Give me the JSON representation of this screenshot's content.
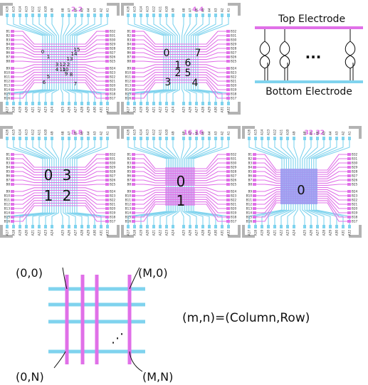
{
  "colors": {
    "pink": "#e070e8",
    "blue": "#7fd3ee",
    "gray": "#b3b3b3",
    "dark": "#111111",
    "chip_fill": "#9a9af0"
  },
  "panels": [
    {
      "id": "2x2",
      "tag": "2.2",
      "cells": [
        {
          "label": "0"
        },
        {
          "label": "1"
        },
        {
          "label": "2"
        },
        {
          "label": "3"
        },
        {
          "label": "4"
        },
        {
          "label": "5"
        },
        {
          "label": "6"
        },
        {
          "label": "7"
        },
        {
          "label": "8"
        },
        {
          "label": "9"
        },
        {
          "label": "10"
        },
        {
          "label": "11"
        },
        {
          "label": "12"
        },
        {
          "label": "13"
        },
        {
          "label": "14"
        },
        {
          "label": "15"
        }
      ]
    },
    {
      "id": "4x4",
      "tag": "4.4",
      "cells": [
        {
          "label": "0"
        },
        {
          "label": "1"
        },
        {
          "label": "2"
        },
        {
          "label": "3"
        },
        {
          "label": "4"
        },
        {
          "label": "5"
        },
        {
          "label": "6"
        },
        {
          "label": "7"
        }
      ]
    },
    {
      "id": "8x8",
      "tag": "8.8",
      "cells": [
        {
          "label": "0"
        },
        {
          "label": "1"
        },
        {
          "label": "2"
        },
        {
          "label": "3"
        }
      ]
    },
    {
      "id": "16x16",
      "tag": "16.16",
      "cells": [
        {
          "label": "0"
        },
        {
          "label": "1"
        }
      ]
    },
    {
      "id": "32x32",
      "tag": "32.32",
      "cells": [
        {
          "label": "0"
        }
      ]
    }
  ],
  "pads": {
    "left": [
      "B1",
      "B2",
      "B3",
      "B4",
      "B5",
      "B6",
      "B7",
      "B8",
      "B9",
      "B10",
      "B11",
      "B12",
      "B13",
      "B14",
      "B15",
      "B16"
    ],
    "right": [
      "B32",
      "B31",
      "B30",
      "B29",
      "B28",
      "B27",
      "B26",
      "B25",
      "B24",
      "B23",
      "B22",
      "B21",
      "B20",
      "B19",
      "B18",
      "B17"
    ],
    "top": [
      "A16",
      "A15",
      "A14",
      "A13",
      "A12",
      "A11",
      "A10",
      "A9",
      "A8",
      "A7",
      "A6",
      "A5",
      "A4",
      "A3",
      "A2",
      "A1"
    ],
    "bottom": [
      "A17",
      "A18",
      "A19",
      "A20",
      "A21",
      "A22",
      "A23",
      "A24",
      "A25",
      "A26",
      "A27",
      "A28",
      "A29",
      "A30",
      "A31",
      "A32"
    ]
  },
  "electrode": {
    "top_label": "Top Electrode",
    "bottom_label": "Bottom Electrode",
    "ellipsis": "..."
  },
  "grid": {
    "corner_tl": "(0,0)",
    "corner_tr": "(M,0)",
    "corner_bl": "(0,N)",
    "corner_br": "(M,N)",
    "dots": "⋰",
    "formula": "(m,n)=(Column,Row)"
  }
}
